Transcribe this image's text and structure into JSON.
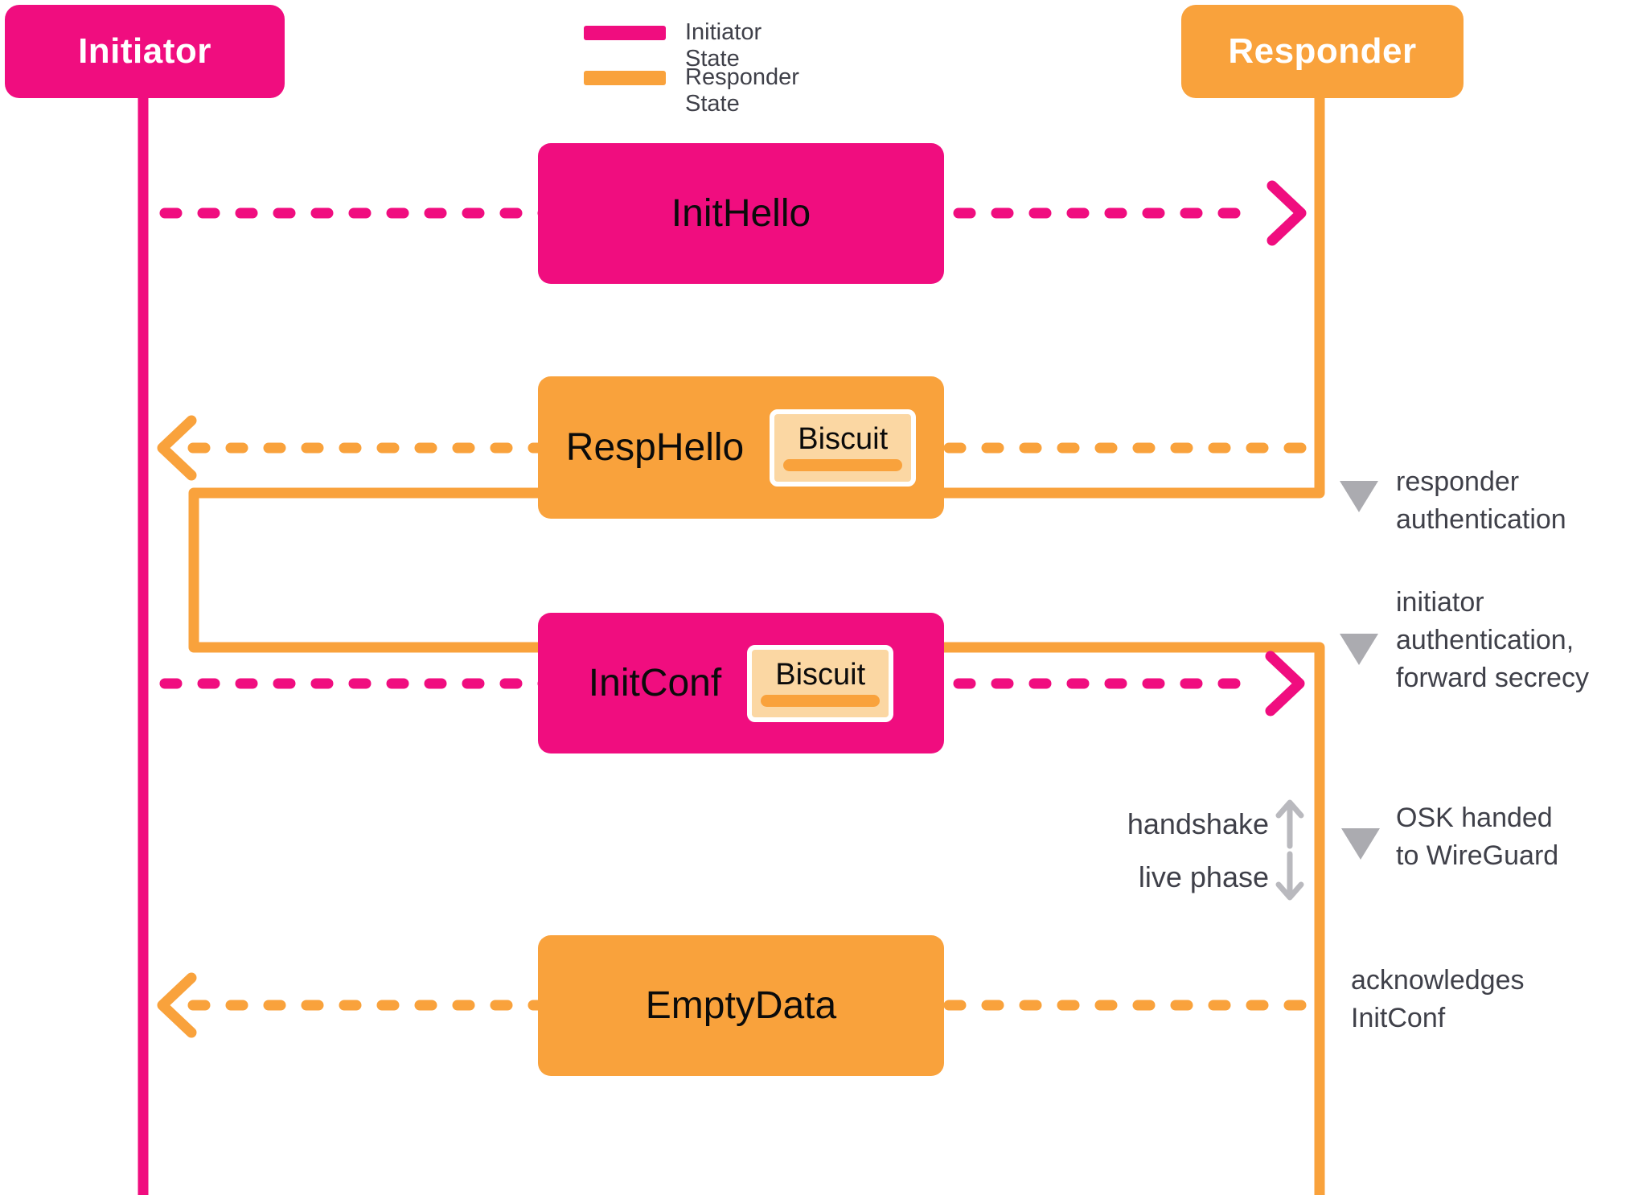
{
  "actors": {
    "initiator": "Initiator",
    "responder": "Responder"
  },
  "legend": {
    "initiator_state": "Initiator State",
    "responder_state": "Responder State"
  },
  "messages": {
    "init_hello": {
      "label": "InitHello"
    },
    "resp_hello": {
      "label": "RespHello",
      "biscuit": "Biscuit"
    },
    "init_conf": {
      "label": "InitConf",
      "biscuit": "Biscuit"
    },
    "empty_data": {
      "label": "EmptyData"
    }
  },
  "annotations": {
    "responder_auth": "responder\nauthentication",
    "initiator_auth": "initiator\nauthentication,\nforward secrecy",
    "osk": "OSK handed\nto WireGuard",
    "ack": "acknowledges\nInitConf",
    "handshake": "handshake",
    "live_phase": "live phase"
  },
  "colors": {
    "initiator": "#F00D7F",
    "responder": "#F9A23C",
    "biscuit_fill": "#FBD7A3",
    "annotation_text": "#3F4049",
    "marker_gray": "#ABABB0"
  }
}
